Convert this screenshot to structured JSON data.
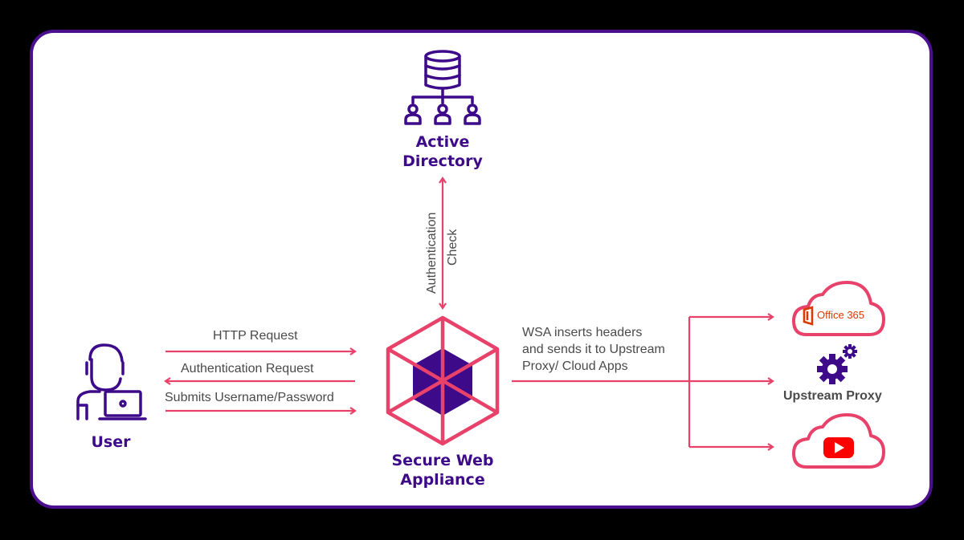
{
  "colors": {
    "background": "#000000",
    "frame_border": "#4b0f8f",
    "accent_purple": "#3d0a8a",
    "arrow_pink": "#e8416a",
    "text_gray": "#4a4a4a",
    "office_orange": "#d83b01",
    "youtube_red": "#ff0000"
  },
  "nodes": {
    "active_directory": {
      "line1": "Active",
      "line2": "Directory",
      "icon": "database-network-icon"
    },
    "user": {
      "label": "User",
      "icon": "user-laptop-icon"
    },
    "swa": {
      "line1": "Secure Web",
      "line2": "Appliance",
      "icon": "hexagon-icon"
    },
    "office365": {
      "label": "Office 365",
      "icon": "office365-cloud-icon"
    },
    "upstream_proxy": {
      "label": "Upstream Proxy",
      "icon": "gears-icon"
    },
    "youtube": {
      "icon": "youtube-cloud-icon"
    }
  },
  "flows": {
    "http_request": "HTTP Request",
    "auth_request": "Authentication Request",
    "submit_credentials": "Submits Username/Password",
    "auth_check_line1": "Authentication",
    "auth_check_line2": "Check",
    "wsa_line1": "WSA inserts headers",
    "wsa_line2": "and sends it to Upstream",
    "wsa_line3": "Proxy/ Cloud Apps"
  }
}
